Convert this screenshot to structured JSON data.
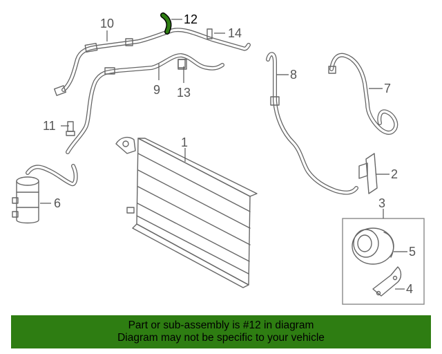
{
  "callouts": {
    "c1": "1",
    "c2": "2",
    "c3": "3",
    "c4": "4",
    "c5": "5",
    "c6": "6",
    "c7": "7",
    "c8": "8",
    "c9": "9",
    "c10": "10",
    "c11": "11",
    "c12": "12",
    "c13": "13",
    "c14": "14"
  },
  "banner": {
    "line1": "Part or sub-assembly is #12 in diagram",
    "line2": "Diagram may not be specific to your vehicle"
  },
  "colors": {
    "banner_bg": "#2e7d12",
    "highlight_part": "#2e7d12",
    "line_art": "#666666"
  }
}
